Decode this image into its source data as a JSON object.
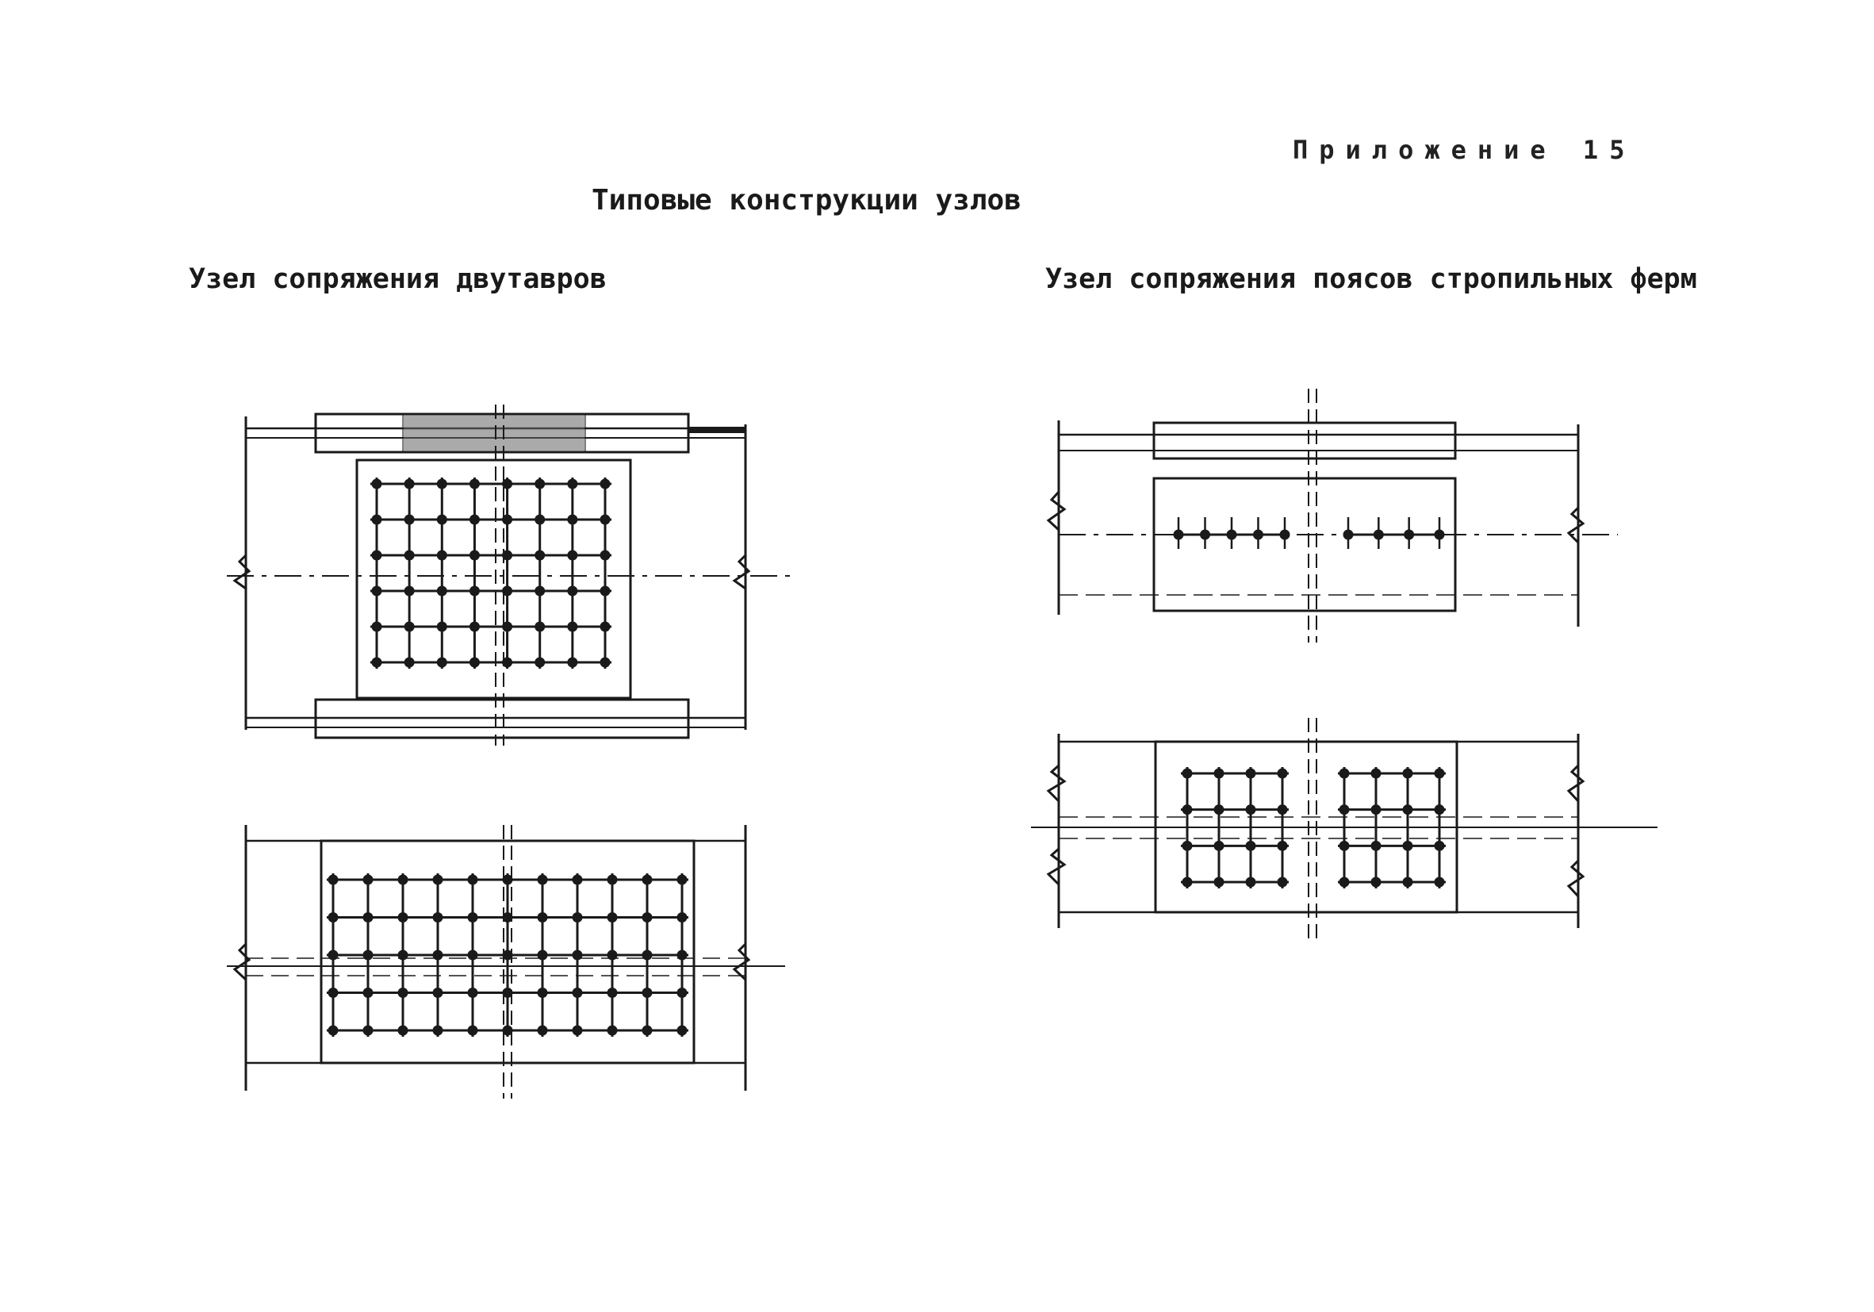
{
  "document": {
    "appendix_label": "Приложение 15",
    "title": "Типовые конструкции узлов"
  },
  "figures": {
    "left": {
      "caption": "Узел сопряжения двутавров",
      "top_view_grid": {
        "rows": 6,
        "cols": 8
      },
      "bottom_view_grid": {
        "rows": 5,
        "cols": 11
      }
    },
    "right": {
      "caption": "Узел сопряжения поясов стропильных ферм",
      "top_view_bolts": {
        "left_group": 5,
        "right_group": 4
      },
      "bottom_view_grid": {
        "rows": 4,
        "cols_per_half": 4
      }
    }
  },
  "colors": {
    "ink": "#1a1a1a",
    "paper": "#ffffff"
  }
}
